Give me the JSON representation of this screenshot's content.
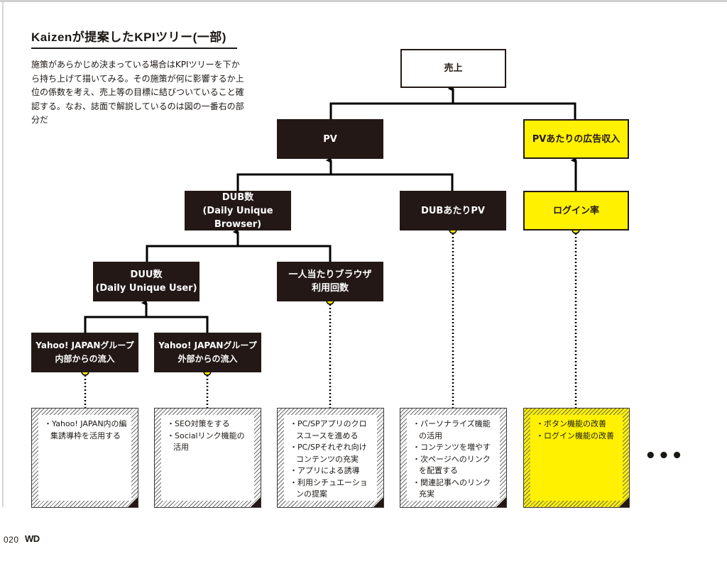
{
  "article": {
    "title": "Kaizenが提案したKPIツリー(一部)",
    "intro": "施策があらかじめ決まっている場合はKPIツリーを下から持ち上げて描いてみる。その施策が何に影響するか上位の係数を考え、売上等の目標に結びついていること確認する。なお、誌面で解説しているのは図の一番右の部分だ"
  },
  "tree": {
    "revenue": "売上",
    "pv": "PV",
    "ad_revenue_per_pv": "PVあたりの広告収入",
    "dub_count": {
      "line1": "DUB数",
      "line2": "(Daily Unique Browser)"
    },
    "pv_per_dub": "DUBあたりPV",
    "login_rate": "ログイン率",
    "duu_count": {
      "line1": "DUU数",
      "line2": "(Daily Unique User)"
    },
    "browser_usage": {
      "line1": "一人当たりブラウザ",
      "line2": "利用回数"
    },
    "yahoo_internal": {
      "line1": "Yahoo! JAPANグループ",
      "line2": "内部からの流入"
    },
    "yahoo_external": {
      "line1": "Yahoo! JAPANグループ",
      "line2": "外部からの流入"
    }
  },
  "notes": {
    "yahoo_internal": [
      "Yahoo! JAPAN内の編集誘導枠を活用する"
    ],
    "yahoo_external": [
      "SEO対策をする",
      "Socialリンク機能の活用"
    ],
    "browser_usage": [
      "PC/SPアプリのクロスユースを進める",
      "PC/SPそれぞれ向けコンテンツの充実",
      "アプリによる誘導",
      "利用シチュエーションの提案"
    ],
    "pv_per_dub": [
      "パーソナライズ機能の活用",
      "コンテンツを増やす",
      "次ページへのリンクを配置する",
      "関連記事へのリンク充実"
    ],
    "login_rate": [
      "ボタン機能の改善",
      "ログイン機能の改善"
    ]
  },
  "ellipsis": "•••",
  "footer": {
    "page_number": "020",
    "magazine": "WD"
  },
  "colors": {
    "dark": "#231815",
    "highlight": "#fff100",
    "connector": "#000000"
  }
}
